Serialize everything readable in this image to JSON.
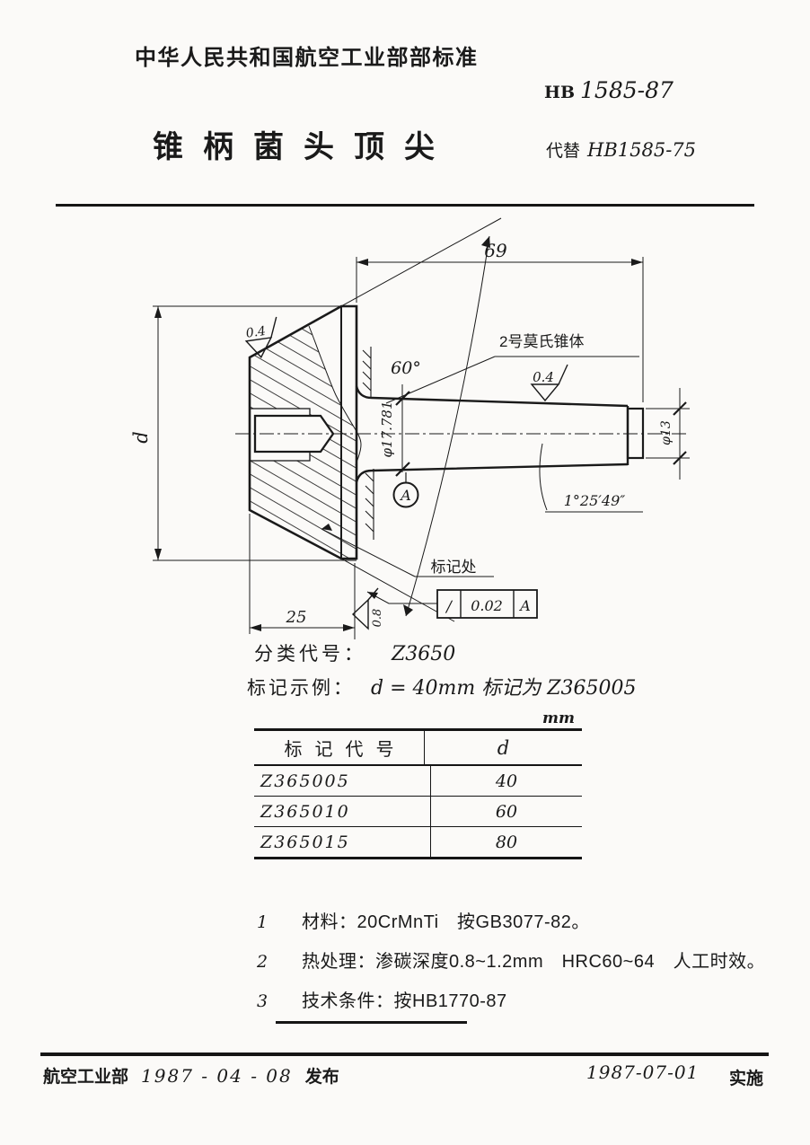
{
  "header": {
    "org_standard": "中华人民共和国航空工业部部标准",
    "code_prefix": "HB",
    "code_number": "1585-87",
    "title": "锥柄菌头顶尖",
    "replaces_prefix": "代替",
    "replaces_number": "HB1585-75"
  },
  "drawing": {
    "dim_total_length": "69",
    "dim_cone_angle": "60°",
    "dim_head_thickness": "25",
    "dim_head_diameter": "d",
    "label_morse_taper": "2号莫氏锥体",
    "dim_gauge_diameter": "φ17.781",
    "dim_tip_diameter": "φ13",
    "dim_taper_angle": "1°25′49″",
    "roughness_cone_face": "0.4",
    "roughness_taper_surface": "0.4",
    "roughness_back_face": "0.8",
    "datum_label": "A",
    "label_marking_place": "标记处",
    "tolerance": {
      "symbol": "∕",
      "value": "0.02",
      "datum": "A"
    }
  },
  "classification": {
    "label": "分类代号：",
    "value": "Z3650"
  },
  "designation_example": {
    "label": "标记示例：",
    "value": "d = 40mm 标记为 Z365005"
  },
  "table": {
    "unit": "mm",
    "col_code": "标记代号",
    "col_d": "d",
    "rows": [
      {
        "code": "Z365005",
        "d": "40"
      },
      {
        "code": "Z365010",
        "d": "60"
      },
      {
        "code": "Z365015",
        "d": "80"
      }
    ]
  },
  "notes": [
    {
      "no": "1",
      "text": "材料：20CrMnTi　按GB3077-82。"
    },
    {
      "no": "2",
      "text": "热处理：渗碳深度0.8~1.2mm　HRC60~64　人工时效。"
    },
    {
      "no": "3",
      "text": "技术条件：按HB1770-87"
    }
  ],
  "footer": {
    "issuer": "航空工业部",
    "issue_date": "1987 - 04 - 08",
    "issue_label": "发布",
    "impl_date": "1987-07-01",
    "impl_label": "实施"
  }
}
